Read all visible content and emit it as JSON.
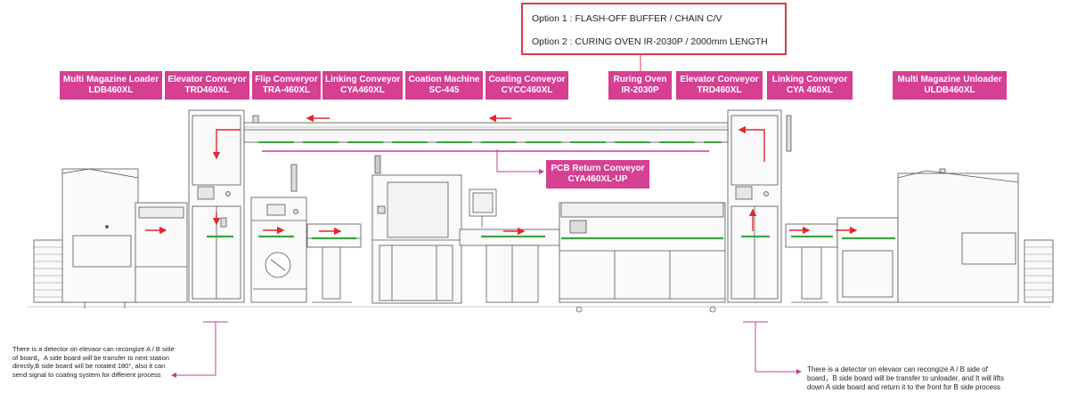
{
  "options": {
    "option1": "Option 1 :  FLASH-OFF BUFFER / CHAIN C/V",
    "option2": "Option 2 :  CURING OVEN IR-2030P / 2000mm  LENGTH"
  },
  "labels": [
    {
      "line1": "Multi Magazine Loader",
      "line2": "LDB460XL"
    },
    {
      "line1": "Elevator Conveyor",
      "line2": "TRD460XL"
    },
    {
      "line1": "Flip Converyor",
      "line2": "TRA-460XL"
    },
    {
      "line1": "Linking Conveyor",
      "line2": "CYA460XL"
    },
    {
      "line1": "Coation Machine",
      "line2": "SC-445"
    },
    {
      "line1": "Coating Conveyor",
      "line2": "CYCC460XL"
    },
    {
      "line1": "Ruring Oven",
      "line2": "IR-2030P"
    },
    {
      "line1": "Elevator Conveyor",
      "line2": "TRD460XL"
    },
    {
      "line1": "Linking Conveyor",
      "line2": "CYA 460XL"
    },
    {
      "line1": "Multi Magazine Unloader",
      "line2": "ULDB460XL"
    }
  ],
  "return_conveyor": {
    "line1": "PCB Return Conveyor",
    "line2": "CYA460XL-UP"
  },
  "notes": {
    "left": "There is a detector on elevaor can  recongize A / B side of board。A side board will be transfer to next station directly,B side board will be rotated 180°, also it can send signal to coating system for different process",
    "right": "There is a detector on elevaor can  recongize A / B side of board，B side board will be transfer to unloader, and It will lifts down A side board and return it to the front for B side process"
  },
  "colors": {
    "label_bg": "#d63f92",
    "option_border": "#d93a4a",
    "arrow": "#e0282e",
    "callout": "#c2409a",
    "conveyor": "#3aa542"
  }
}
